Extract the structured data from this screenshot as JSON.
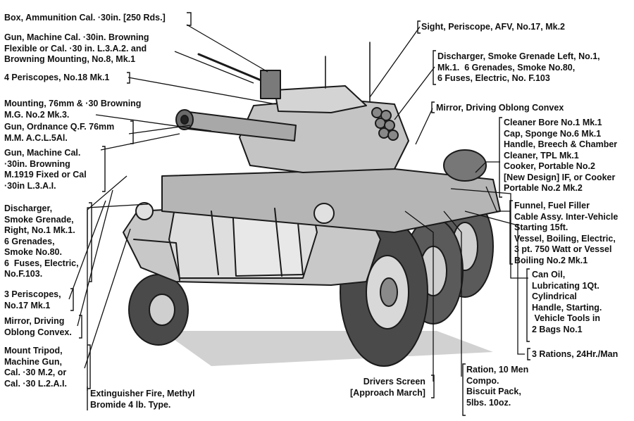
{
  "labels": {
    "ammo_box": "Box, Ammunition Cal. ·30in. [250 Rds.]",
    "mg_flexible": "Gun, Machine Cal. ·30in. Browning\nFlexible or Cal. ·30 in. L.3.A.2. and\nBrowning Mounting, No.8, Mk.1",
    "periscopes_4": "4 Periscopes, No.18 Mk.1",
    "mounting_76": "Mounting, 76mm & ·30 Browning\nM.G. No.2 Mk.3.",
    "gun_76": "Gun, Ordnance Q.F. 76mm\nM.M. A.C.L.5Al.",
    "mg_fixed": "Gun, Machine Cal.\n·30in. Browning\nM.1919 Fixed or Cal\n·30in L.3.A.I.",
    "smoke_right": "Discharger,\nSmoke Grenade,\nRight, No.1 Mk.1.\n6 Grenades,\nSmoke No.80.\n6  Fuses, Electric,\nNo.F.103.",
    "periscopes_3": "3 Periscopes,\nNo.17 Mk.1",
    "mirror_left": "Mirror, Driving\nOblong Convex.",
    "tripod": "Mount Tripod,\nMachine Gun,\nCal. ·30 M.2, or\nCal. ·30 L.2.A.I.",
    "extinguisher": "Extinguisher Fire, Methyl\nBromide 4 lb. Type.",
    "drivers_screen": "Drivers Screen\n[Approach March]",
    "ration_10": "Ration, 10 Men\nCompo.\nBiscuit Pack,\n5lbs. 10oz.",
    "rations_3": "3 Rations, 24Hr./Man",
    "sight": "Sight, Periscope, AFV, No.17, Mk.2",
    "smoke_left": "Discharger, Smoke Grenade Left, No.1,\nMk.1.  6 Grenades, Smoke No.80,\n6 Fuses, Electric, No. F.103",
    "mirror_right": "Mirror, Driving Oblong Convex",
    "tools_list": "Cleaner Bore No.1 Mk.1\nCap, Sponge No.6 Mk.1\nHandle, Breech & Chamber\nCleaner, TPL Mk.1\nCooker, Portable No.2\n[New Design] IF, or Cooker\nPortable No.2 Mk.2",
    "funnel_list": "Funnel, Fuel Filler\nCable Assy. Inter-Vehicle\nStarting 15ft.\nVessel, Boiling, Electric,\n3 pt. 750 Watt or Vessel\nBoiling No.2 Mk.1",
    "oil_list": "Can Oil,\nLubricating 1Qt.\nCylindrical\nHandle, Starting.\n Vehicle Tools in\n2 Bags No.1"
  }
}
